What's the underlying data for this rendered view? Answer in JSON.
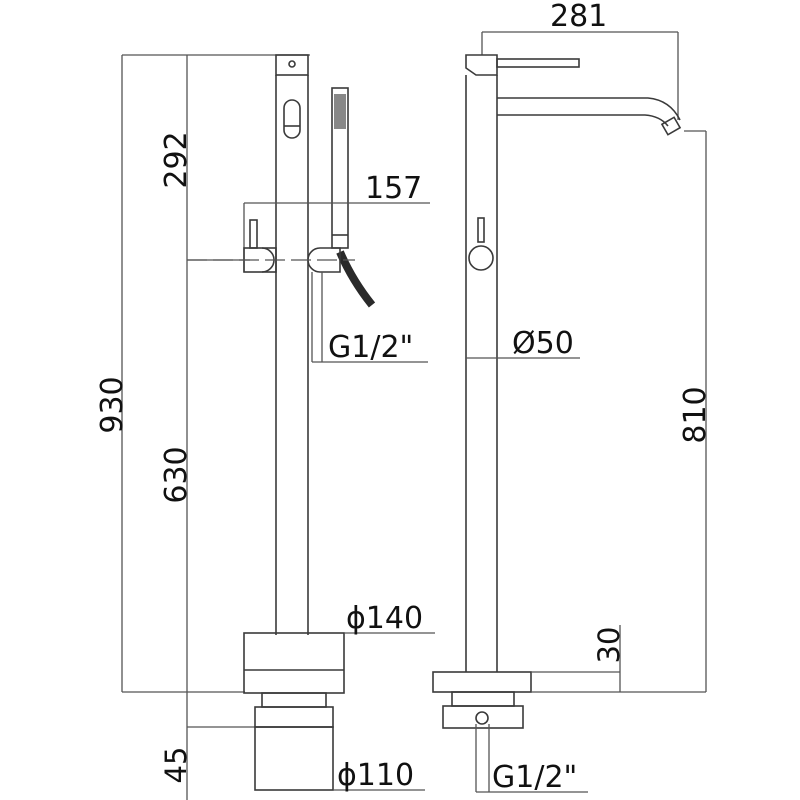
{
  "diagram": {
    "title": "Freestanding bath mixer technical drawing",
    "units": "mm",
    "front_view": {
      "dimensions": {
        "total_height": "930",
        "top_section_height": "292",
        "column_height": "630",
        "bottom_offset": "45",
        "handshower_projection": "157",
        "hose_connection": "G1/2\"",
        "base_diameter": "ϕ140",
        "lower_base_diameter": "ϕ110"
      }
    },
    "side_view": {
      "dimensions": {
        "spout_reach": "281",
        "spout_height": "810",
        "column_diameter": "Ø50",
        "base_height": "30",
        "supply_connection": "G1/2\""
      }
    }
  }
}
